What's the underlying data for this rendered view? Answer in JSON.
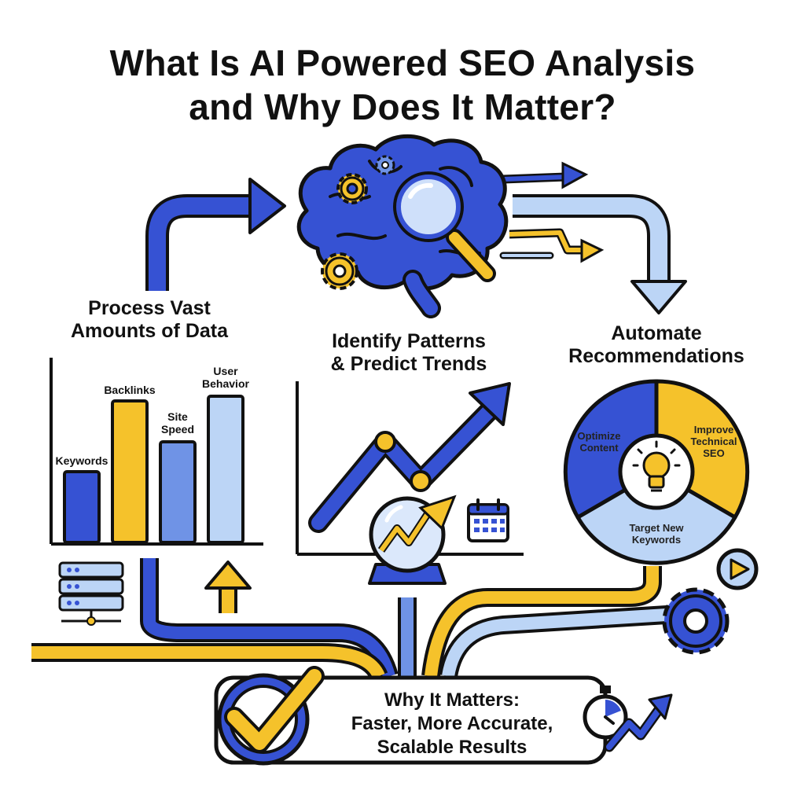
{
  "title_line1": "What Is AI Powered SEO Analysis",
  "title_line2": "and Why Does It Matter?",
  "sections": {
    "process": {
      "line1": "Process Vast",
      "line2": "Amounts of Data"
    },
    "identify": {
      "line1": "Identify Patterns",
      "line2": "& Predict Trends"
    },
    "automate": {
      "line1": "Automate",
      "line2": "Recommendations"
    }
  },
  "chart_data": {
    "type": "bar",
    "categories": [
      "Keywords",
      "Backlinks",
      "Site Speed",
      "User Behavior"
    ],
    "values": [
      45,
      90,
      64,
      93
    ],
    "colors": [
      "#3652d3",
      "#f5c22b",
      "#6f93e6",
      "#bcd5f6"
    ],
    "ylim": [
      0,
      100
    ],
    "title": "",
    "xlabel": "",
    "ylabel": ""
  },
  "bar_labels": [
    {
      "line1": "Keywords",
      "line2": ""
    },
    {
      "line1": "Backlinks",
      "line2": ""
    },
    {
      "line1": "Site",
      "line2": "Speed"
    },
    {
      "line1": "User",
      "line2": "Behavior"
    }
  ],
  "recommendations": [
    {
      "line1": "Optimize",
      "line2": "Content",
      "line3": "",
      "color": "#3652d3"
    },
    {
      "line1": "Improve",
      "line2": "Technical",
      "line3": "SEO",
      "color": "#f5c22b"
    },
    {
      "line1": "Target New",
      "line2": "Keywords",
      "line3": "",
      "color": "#bcd5f6"
    }
  ],
  "why": {
    "line1": "Why It Matters:",
    "line2": "Faster, More Accurate,",
    "line3": "Scalable Results"
  },
  "colors": {
    "blue": "#3652d3",
    "yellow": "#f5c22b",
    "mid_blue": "#6f93e6",
    "light_blue": "#bcd5f6",
    "outline": "#111111"
  },
  "icons": [
    "brain-icon",
    "magnifier-icon",
    "gear-icon",
    "server-icon",
    "crystal-ball-icon",
    "calendar-icon",
    "lightbulb-icon",
    "play-icon",
    "checkmark-icon",
    "stopwatch-icon",
    "trend-arrow-icon"
  ]
}
